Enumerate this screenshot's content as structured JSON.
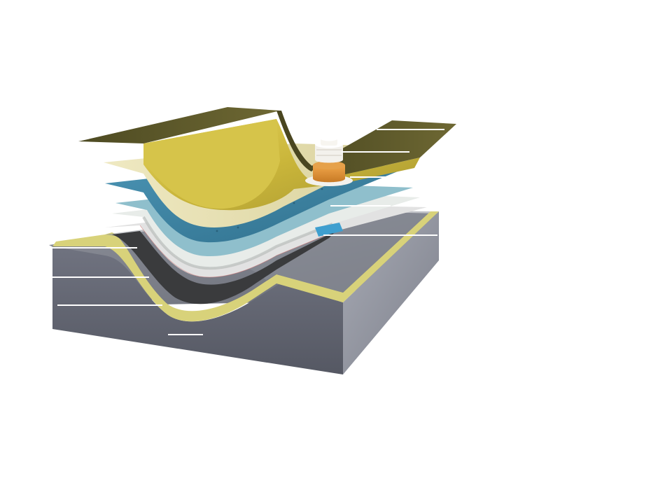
{
  "diagram": {
    "layers": [
      {
        "id": "geomembrane-top",
        "color": "#5f5a2c"
      },
      {
        "id": "geomembrane-yellow",
        "color": "#c9b53a"
      },
      {
        "id": "protective-fleece",
        "color": "#e6dfb0"
      },
      {
        "id": "drainage-mat-blue",
        "color": "#3f87a6"
      },
      {
        "id": "drainage-mat-light",
        "color": "#8fbfcc"
      },
      {
        "id": "filter-fleece",
        "color": "#e8ece9"
      },
      {
        "id": "grid-membrane",
        "color": "#e2e2e2"
      },
      {
        "id": "dark-membrane",
        "color": "#3a3b3d"
      },
      {
        "id": "yellow-insulation",
        "color": "#d8d27a"
      },
      {
        "id": "concrete-base",
        "color": "#6b6d76"
      }
    ],
    "drain": {
      "colors": [
        "#f3f1ec",
        "#e6a14a"
      ]
    },
    "callout_lines": {
      "color": "#ffffff",
      "count": 9
    }
  }
}
